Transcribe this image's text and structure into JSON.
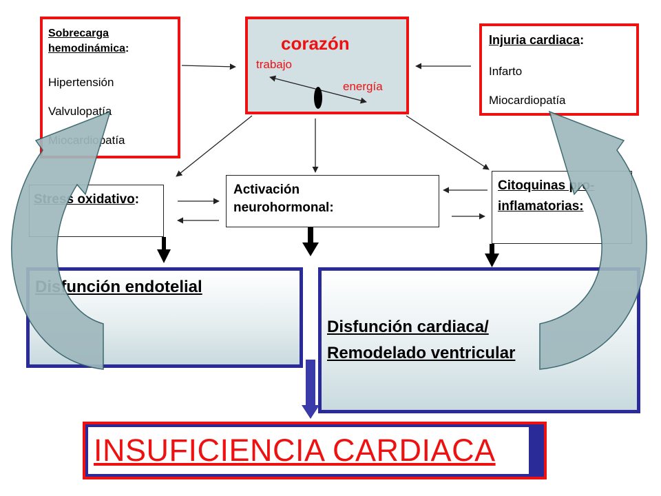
{
  "sobrecarga": {
    "title": "Sobrecarga hemodinámica",
    "colon": ":",
    "items": [
      "Hipertensión",
      "Valvulopatía",
      "Miocardiopatía"
    ]
  },
  "corazon": {
    "title": "corazón",
    "trabajo": "trabajo",
    "energia": "energía"
  },
  "injuria": {
    "title": "Injuria cardiaca",
    "colon": ":",
    "items": [
      "Infarto",
      "Miocardiopatía"
    ]
  },
  "stress": {
    "title": "Stress oxidativo",
    "colon": ":"
  },
  "activacion": {
    "title": "Activación neurohormonal",
    "colon": ":"
  },
  "citoquinas": {
    "title": "Citoquinas pro-inflamatorias:"
  },
  "disfuncion_endotelial": {
    "title": "Disfunción endotelial"
  },
  "disfuncion_cardiaca": {
    "line1": "Disfunción cardiaca/",
    "line2": "Remodelado ventricular"
  },
  "insuficiencia": {
    "title": "INSUFICIENCIA CARDIACA"
  },
  "colors": {
    "red": "#ee1111",
    "navy": "#2a2a99",
    "heart_fill": "#d2e0e4",
    "curved_arrow": "#9fb8bd"
  }
}
